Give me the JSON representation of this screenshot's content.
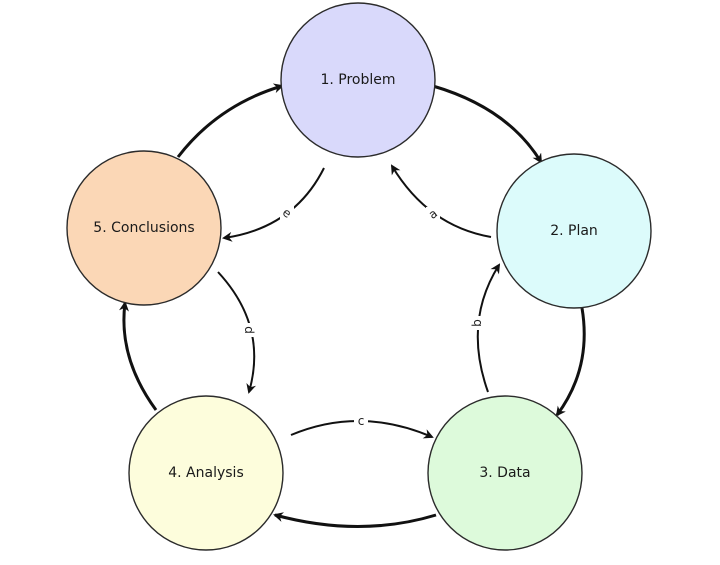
{
  "nodes": [
    {
      "label": "1. Problem",
      "color": "#d9d9fb"
    },
    {
      "label": "2. Plan",
      "color": "#dcfbfb"
    },
    {
      "label": "3. Data",
      "color": "#ddfadb"
    },
    {
      "label": "4. Analysis",
      "color": "#fdfddc"
    },
    {
      "label": "5. Conclusions",
      "color": "#fbd7b6"
    }
  ],
  "inner_edges": [
    {
      "label": "a"
    },
    {
      "label": "b"
    },
    {
      "label": "c"
    },
    {
      "label": "d"
    },
    {
      "label": "e"
    }
  ]
}
